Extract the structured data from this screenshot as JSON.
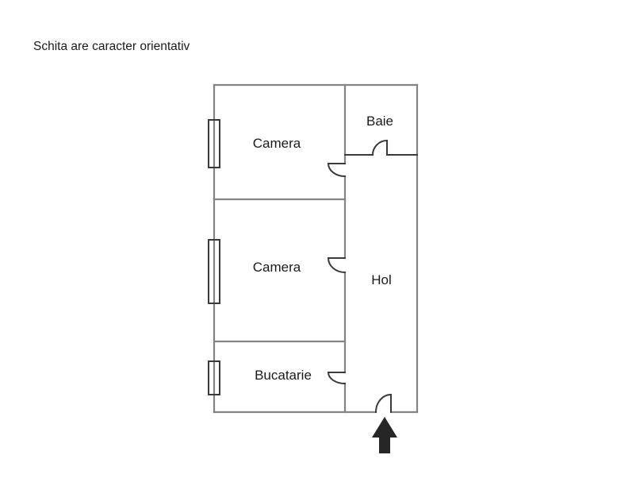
{
  "title": "Schita are caracter orientativ",
  "rooms": [
    {
      "label": "Camera"
    },
    {
      "label": "Baie"
    },
    {
      "label": "Camera"
    },
    {
      "label": "Hol"
    },
    {
      "label": "Bucatarie"
    }
  ],
  "colors": {
    "background": "#ffffff",
    "wall": "#848484",
    "carpentry": "#3a3a3a",
    "arrow": "#262626",
    "text": "#1a1a1a"
  }
}
